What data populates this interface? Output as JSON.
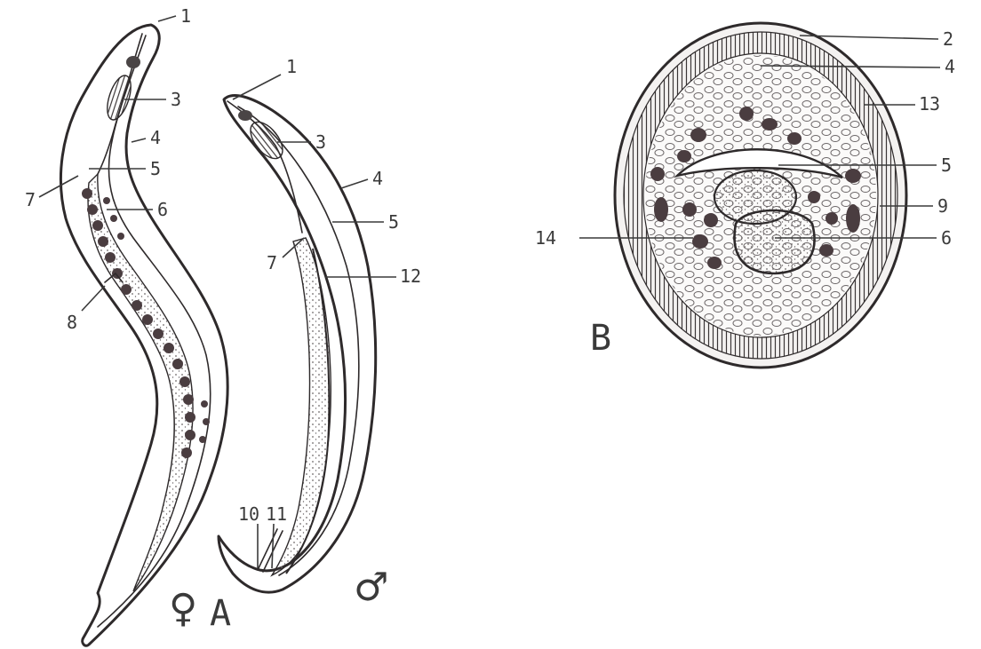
{
  "figure": {
    "panel_a_letter": "A",
    "panel_b_letter": "B",
    "female_symbol": "♀",
    "male_symbol": "♂"
  },
  "female_labels": [
    "1",
    "3",
    "4",
    "5",
    "7",
    "6",
    "8"
  ],
  "male_labels": [
    "1",
    "3",
    "4",
    "5",
    "7",
    "12",
    "10",
    "11"
  ],
  "cross_section_labels": [
    "2",
    "4",
    "13",
    "5",
    "9",
    "14",
    "6"
  ],
  "colors": {
    "ink": "#2e2a2b",
    "label": "#3a3a3a",
    "paper": "#ffffff",
    "section_fill": "#f4f2f1"
  }
}
